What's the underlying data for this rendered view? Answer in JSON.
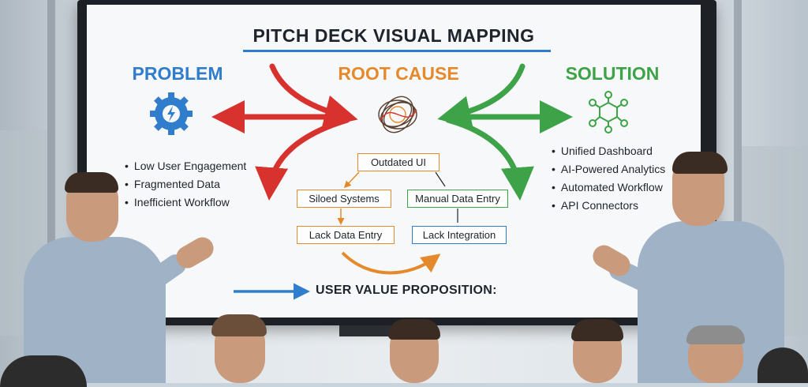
{
  "slide": {
    "title": "PITCH DECK VISUAL MAPPING",
    "problem": {
      "heading": "PROBLEM",
      "items": [
        "Low User Engagement",
        "Fragmented Data",
        "Inefficient Workflow"
      ]
    },
    "root_cause": {
      "heading": "ROOT CAUSE",
      "boxes": {
        "top": "Outdated UI",
        "mid_left": "Siloed Systems",
        "mid_right": "Manual Data Entry",
        "bottom_left": "Lack Data Entry",
        "bottom_right": "Lack Integration"
      }
    },
    "solution": {
      "heading": "SOLUTION",
      "items": [
        "Unified Dashboard",
        "AI-Powered Analytics",
        "Automated Workflow",
        "API Connectors"
      ]
    },
    "value_proposition": "USER VALUE PROPOSITION:"
  },
  "icons": {
    "problem": "gear-lightning-icon",
    "root_cause": "tangled-knot-icon",
    "solution": "network-nodes-icon"
  },
  "colors": {
    "problem": "#2f7dcc",
    "root_cause": "#e48a2c",
    "solution": "#3ea348",
    "arrow_red": "#d8322e"
  }
}
